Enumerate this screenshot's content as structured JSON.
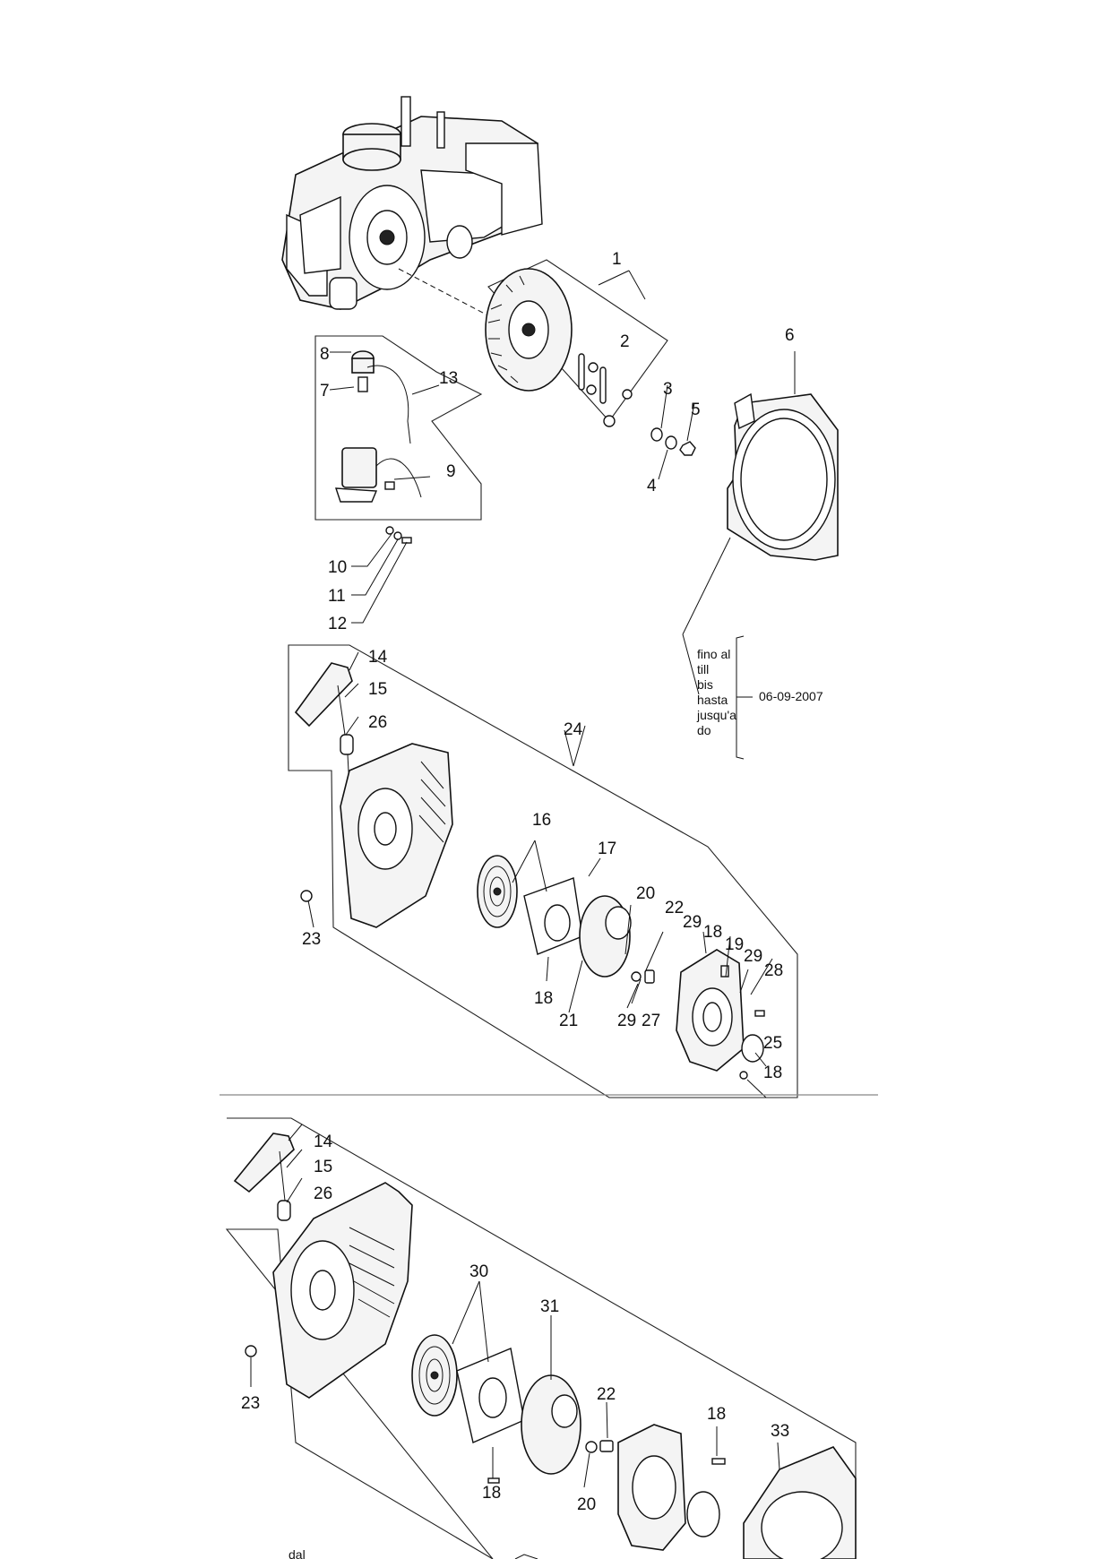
{
  "labels": {
    "p1": "1",
    "p2": "2",
    "p3": "3",
    "p4": "4",
    "p5": "5",
    "p6": "6",
    "p7": "7",
    "p8": "8",
    "p9": "9",
    "p10": "10",
    "p11": "11",
    "p12": "12",
    "p13": "13",
    "p14a": "14",
    "p15a": "15",
    "p26a": "26",
    "p24": "24",
    "p16": "16",
    "p17": "17",
    "p20a": "20",
    "p22a": "22",
    "p29a": "29",
    "p18a": "18",
    "p19": "19",
    "p29b": "29",
    "p28": "28",
    "p23a": "23",
    "p18b": "18",
    "p21": "21",
    "p29c": "29",
    "p27": "27",
    "p25": "25",
    "p18c": "18",
    "p14b": "14",
    "p15b": "15",
    "p26b": "26",
    "p30": "30",
    "p31": "31",
    "p22b": "22",
    "p18d": "18",
    "p33": "33",
    "p23b": "23",
    "p18e": "18",
    "p20b": "20"
  },
  "date_note": {
    "line1": "fino al",
    "line2": "till",
    "line3": "bis",
    "line4": "hasta",
    "line5": "jusqu'a",
    "line6": "do",
    "date": "06-09-2007"
  },
  "partial_note": "dal"
}
